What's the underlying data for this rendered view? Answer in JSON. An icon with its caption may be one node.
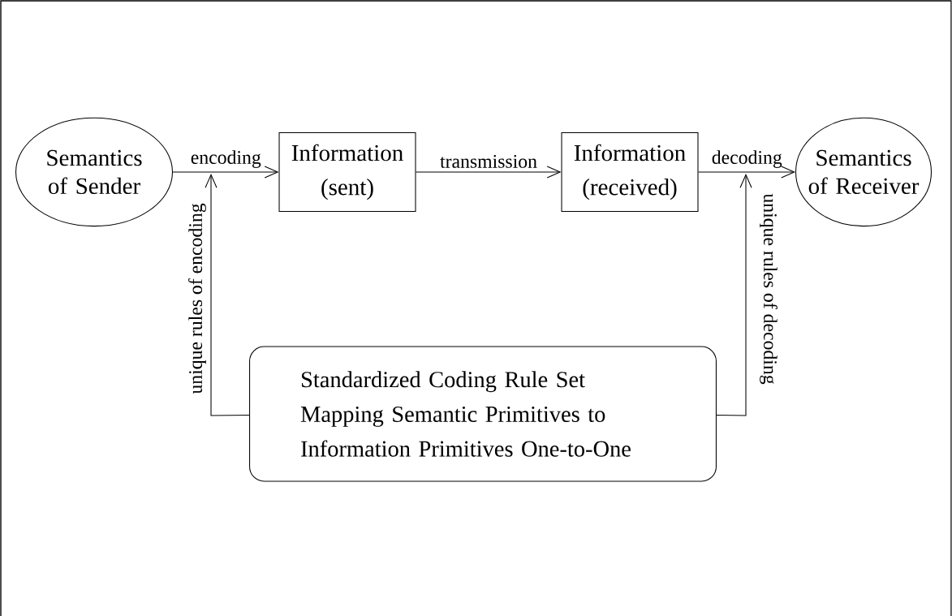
{
  "diagram": {
    "nodes": [
      {
        "text": [
          "Semantics of Sender"
        ]
      },
      {
        "text": [
          "Information (sent)"
        ]
      },
      {
        "text": [
          "Information (received)"
        ]
      },
      {
        "text": [
          "Semantics of Receiver"
        ]
      },
      {
        "text": [
          "Standardized Coding Rule Set Mapping Semantic Primitives to Information Primitives One-to-One"
        ]
      }
    ],
    "edges": [
      {
        "from": 0,
        "to": 1,
        "arrow": "to",
        "label": "encoding"
      },
      {
        "from": 1,
        "to": 2,
        "arrow": "to",
        "label": "transmission"
      },
      {
        "from": 2,
        "to": 3,
        "arrow": "to",
        "label": "decoding"
      },
      {
        "from": 4,
        "to": null,
        "arrow": "to",
        "label": "unique rules of encoding"
      },
      {
        "from": 4,
        "to": null,
        "arrow": "to",
        "label": "unique rules of decoding"
      }
    ]
  }
}
